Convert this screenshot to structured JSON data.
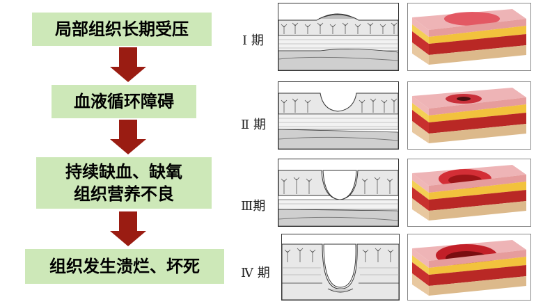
{
  "flow": {
    "step1": "局部组织长期受压",
    "step2": "血液循环障碍",
    "step3_line1": "持续缺血、缺氧",
    "step3_line2": "组织营养不良",
    "step4": "组织发生溃烂、坏死"
  },
  "stages": {
    "s1": "Ⅰ 期",
    "s2": "Ⅱ 期",
    "s3": "Ⅲ期",
    "s4": "Ⅳ 期"
  },
  "colors": {
    "flow_box": "#cde8b8",
    "arrow": "#9a1c12",
    "skin": "#e9a3a6",
    "fat": "#f3c94b",
    "muscle": "#c62c2a"
  }
}
